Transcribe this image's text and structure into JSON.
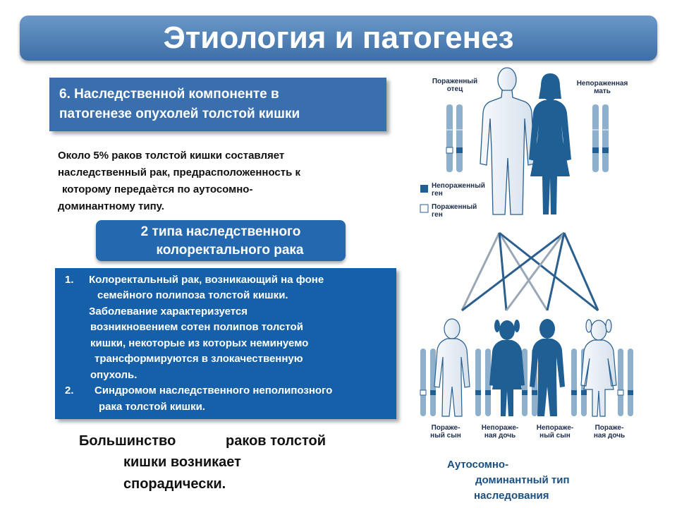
{
  "title": "Этиология и патогенез",
  "section": {
    "line1": "6. Наследственной компоненте в",
    "line2": "патогенезе опухолей толстой кишки"
  },
  "intro": {
    "line1": "Около 5% раков толстой кишки составляет",
    "line2": "наследственный рак, предрасположенность к",
    "line3": "которому передаѐтся по аутосомно-",
    "line4": "доминантному типу."
  },
  "types": {
    "line1": "2 типа наследственного",
    "line2": "колоректального рака"
  },
  "list": {
    "item1_num": "1.",
    "item1_line1": "Колоректальный рак, возникающий на фоне",
    "item1_line2": "семейного полипоза толстой кишки.",
    "item1_line3": "Заболевание характеризуется",
    "item1_line4": "возникновением сотен полипов толстой",
    "item1_line5": "кишки, некоторые из которых неминуемо",
    "item1_line6": "трансформируются в злокачественную",
    "item1_line7": "опухоль.",
    "item2_num": "2.",
    "item2_line1": "Синдромом наследственного неполипозного",
    "item2_line2": "рака толстой кишки."
  },
  "conclusion": {
    "word1": "Большинство",
    "word2": "раков толстой",
    "line2": "кишки  возникает",
    "line3": "спорадически."
  },
  "diagram": {
    "father_label_1": "Пораженный",
    "father_label_2": "отец",
    "mother_label_1": "Непораженная",
    "mother_label_2": "мать",
    "legend_unaffected_1": "Непораженный",
    "legend_unaffected_2": "ген",
    "legend_affected_1": "Пораженный",
    "legend_affected_2": "ген",
    "child1_1": "Пораже-",
    "child1_2": "ный сын",
    "child2_1": "Непораже-",
    "child2_2": "ная дочь",
    "child3_1": "Непораже-",
    "child3_2": "ный сын",
    "child4_1": "Пораже-",
    "child4_2": "ная дочь",
    "caption_1": "Аутосомно-",
    "caption_2": "доминантный  тип",
    "caption_3": "наследования",
    "colors": {
      "affected_fill": "#e4ecf4",
      "unaffected_fill": "#1f5f93",
      "chromosome": "#8eb0cc",
      "line_gray": "#9aa8b6",
      "line_blue": "#2a5f8f"
    }
  }
}
